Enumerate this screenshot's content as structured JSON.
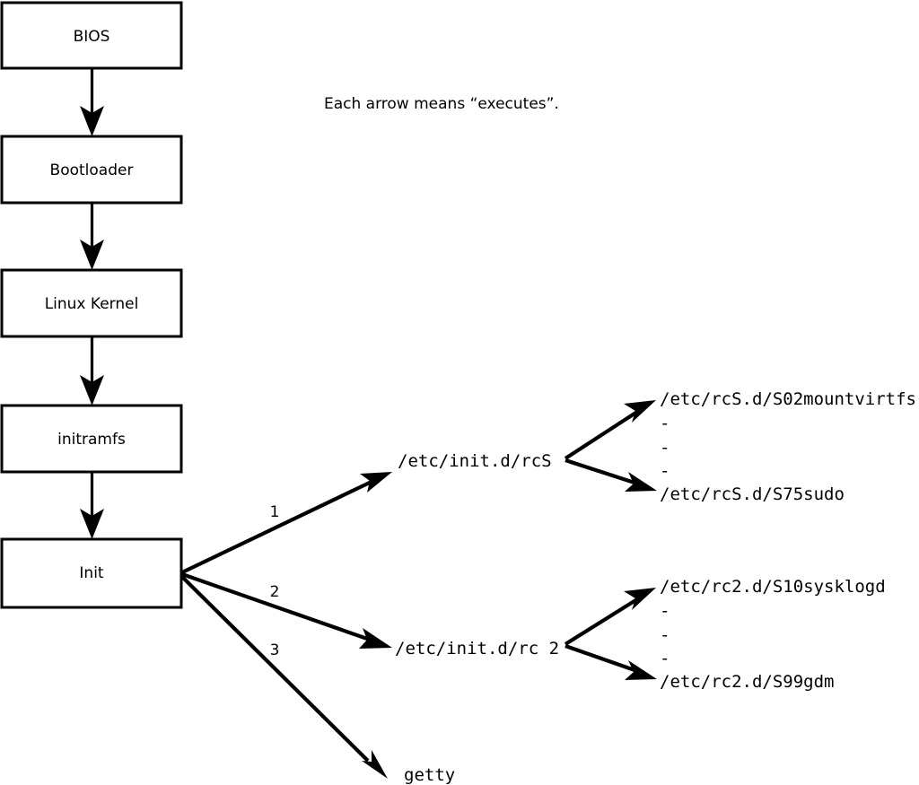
{
  "diagram": {
    "title_note": "Each arrow means “executes”.",
    "colors": {
      "stroke": "#000000",
      "fill": "#ffffff",
      "text": "#000000"
    },
    "boot_chain": [
      {
        "id": "bios",
        "label": "BIOS"
      },
      {
        "id": "bootloader",
        "label": "Bootloader"
      },
      {
        "id": "kernel",
        "label": "Linux Kernel"
      },
      {
        "id": "initramfs",
        "label": "initramfs"
      },
      {
        "id": "init",
        "label": "Init"
      }
    ],
    "init_branches": [
      {
        "number": "1",
        "target": "/etc/init.d/rcS"
      },
      {
        "number": "2",
        "target": "/etc/init.d/rc 2"
      },
      {
        "number": "3",
        "target": "getty"
      }
    ],
    "rcs_scripts": {
      "first": "/etc/rcS.d/S02mountvirtfs",
      "ellipsis": [
        "-",
        "-",
        "-"
      ],
      "last": "/etc/rcS.d/S75sudo"
    },
    "rc2_scripts": {
      "first": "/etc/rc2.d/S10sysklogd",
      "ellipsis": [
        "-",
        "-",
        "-"
      ],
      "last": "/etc/rc2.d/S99gdm"
    }
  }
}
